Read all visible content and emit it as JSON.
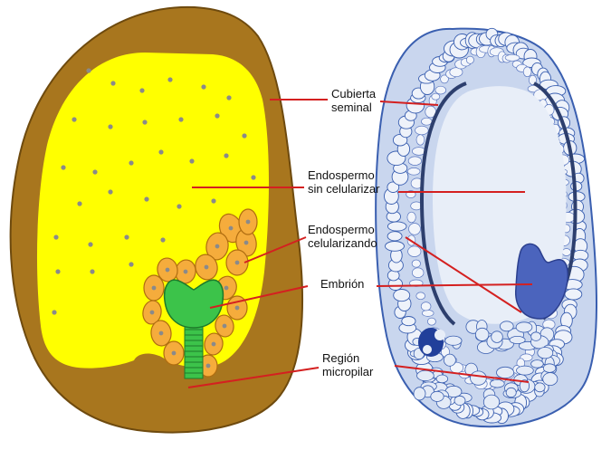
{
  "labels": {
    "cubierta": [
      "Cubierta",
      "seminal"
    ],
    "endo_sin": [
      "Endospermo",
      "sin celularizar"
    ],
    "endo_cel": [
      "Endospermo",
      "celularizando"
    ],
    "embrion": [
      "Embrión"
    ],
    "region": [
      "Región",
      "micropilar"
    ]
  },
  "colors": {
    "seed_coat": "#a8761e",
    "seed_coat_edge": "#6e4a0e",
    "endosperm": "#ffff00",
    "nuclei": "#8a8a8a",
    "cell_fill": "#f5ac3c",
    "cell_edge": "#b06d10",
    "embryo": "#3cc34a",
    "embryo_edge": "#1e7a2a",
    "leader_line": "#d42020",
    "micrograph_stain": "#3a5fb0",
    "micrograph_light": "#e8eef8"
  }
}
